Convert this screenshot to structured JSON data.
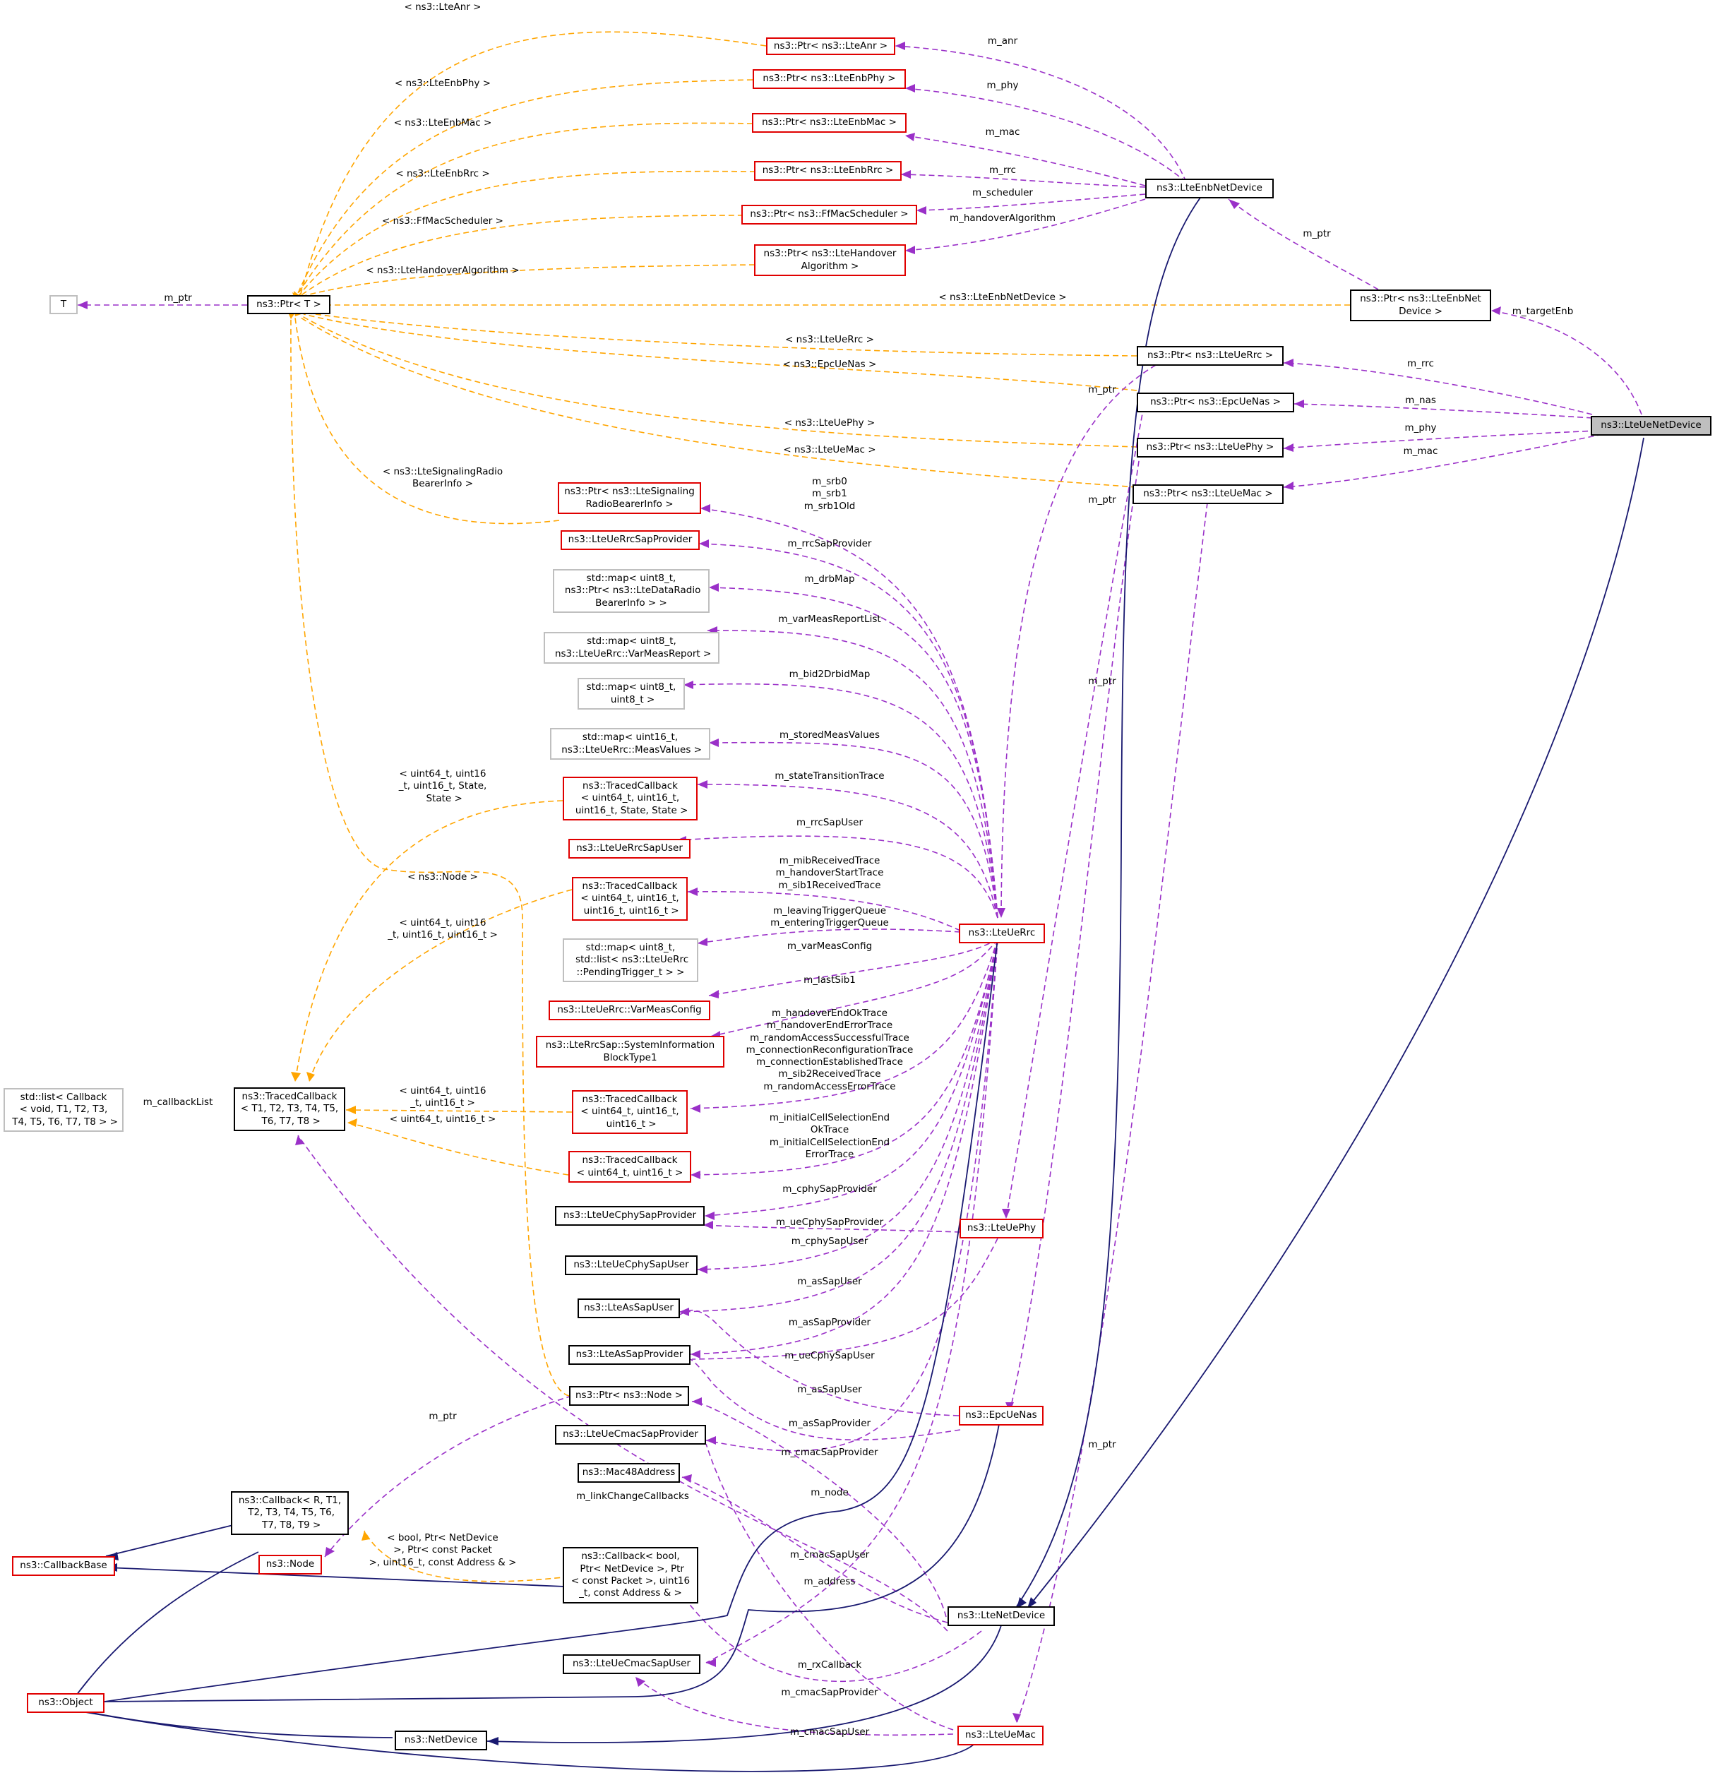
{
  "nodes": {
    "ptr_lte_anr": "ns3::Ptr< ns3::LteAnr >",
    "ptr_lte_enb_phy": "ns3::Ptr< ns3::LteEnbPhy >",
    "ptr_lte_enb_mac": "ns3::Ptr< ns3::LteEnbMac >",
    "ptr_lte_enb_rrc": "ns3::Ptr< ns3::LteEnbRrc >",
    "ptr_ff_mac_scheduler": "ns3::Ptr< ns3::FfMacScheduler >",
    "ptr_lte_handover_algorithm": "ns3::Ptr< ns3::LteHandover\nAlgorithm >",
    "lte_enb_net_device": "ns3::LteEnbNetDevice",
    "t": "T",
    "ptr_t": "ns3::Ptr< T >",
    "ptr_lte_enb_net_device": "ns3::Ptr< ns3::LteEnbNet\nDevice >",
    "ptr_lte_ue_rrc": "ns3::Ptr< ns3::LteUeRrc >",
    "ptr_epc_ue_nas": "ns3::Ptr< ns3::EpcUeNas >",
    "ptr_lte_ue_phy": "ns3::Ptr< ns3::LteUePhy >",
    "ptr_lte_ue_mac": "ns3::Ptr< ns3::LteUeMac >",
    "lte_ue_net_device": "ns3::LteUeNetDevice",
    "ptr_lte_signaling_radio_bearer_info": "ns3::Ptr< ns3::LteSignaling\nRadioBearerInfo >",
    "lte_ue_rrc_sap_provider": "ns3::LteUeRrcSapProvider",
    "map_drb": "std::map< uint8_t,\n ns3::Ptr< ns3::LteDataRadio\nBearerInfo > >",
    "map_var_meas_report": "std::map< uint8_t,\n ns3::LteUeRrc::VarMeasReport >",
    "map_bid2drbid": "std::map< uint8_t,\n uint8_t >",
    "map_stored_meas_values": "std::map< uint16_t,\n ns3::LteUeRrc::MeasValues >",
    "traced_callback_state": "ns3::TracedCallback\n< uint64_t, uint16_t,\n uint16_t, State, State >",
    "lte_ue_rrc_sap_user": "ns3::LteUeRrcSapUser",
    "traced_callback_4": "ns3::TracedCallback\n< uint64_t, uint16_t,\n uint16_t, uint16_t >",
    "map_pending_trigger": "std::map< uint8_t,\n std::list< ns3::LteUeRrc\n::PendingTrigger_t > >",
    "var_meas_config": "ns3::LteUeRrc::VarMeasConfig",
    "system_information_block_type1": "ns3::LteRrcSap::SystemInformation\nBlockType1",
    "traced_callback_t1_t8": "ns3::TracedCallback\n< T1, T2, T3, T4, T5,\n T6, T7, T8 >",
    "std_list_callback": "std::list< Callback\n< void, T1, T2, T3,\n T4, T5, T6, T7, T8 > >",
    "traced_callback_3": "ns3::TracedCallback\n< uint64_t, uint16_t,\n uint16_t >",
    "traced_callback_2": "ns3::TracedCallback\n< uint64_t, uint16_t >",
    "lte_ue_rrc": "ns3::LteUeRrc",
    "lte_ue_cphy_sap_provider": "ns3::LteUeCphySapProvider",
    "lte_ue_phy": "ns3::LteUePhy",
    "lte_ue_cphy_sap_user": "ns3::LteUeCphySapUser",
    "lte_as_sap_user": "ns3::LteAsSapUser",
    "lte_as_sap_provider": "ns3::LteAsSapProvider",
    "ptr_node": "ns3::Ptr< ns3::Node >",
    "epc_ue_nas": "ns3::EpcUeNas",
    "lte_ue_cmac_sap_provider": "ns3::LteUeCmacSapProvider",
    "mac48_address": "ns3::Mac48Address",
    "callback_r_t1_t9": "ns3::Callback< R, T1,\n T2, T3, T4, T5, T6,\n T7, T8, T9 >",
    "callback_base": "ns3::CallbackBase",
    "node": "ns3::Node",
    "callback_bool": "ns3::Callback< bool,\n Ptr< NetDevice >, Ptr\n< const Packet >, uint16\n_t, const Address & >",
    "lte_net_device": "ns3::LteNetDevice",
    "lte_ue_cmac_sap_user": "ns3::LteUeCmacSapUser",
    "object": "ns3::Object",
    "lte_ue_mac": "ns3::LteUeMac",
    "net_device": "ns3::NetDevice"
  },
  "labels": {
    "tmpl_lte_anr": "< ns3::LteAnr >",
    "tmpl_lte_enb_phy": "< ns3::LteEnbPhy >",
    "tmpl_lte_enb_mac": "< ns3::LteEnbMac >",
    "tmpl_lte_enb_rrc": "< ns3::LteEnbRrc >",
    "tmpl_ff_mac_scheduler": "< ns3::FfMacScheduler >",
    "tmpl_lte_handover_algorithm": "< ns3::LteHandoverAlgorithm >",
    "tmpl_lte_enb_net_device": "< ns3::LteEnbNetDevice >",
    "tmpl_lte_ue_rrc": "< ns3::LteUeRrc >",
    "tmpl_epc_ue_nas": "< ns3::EpcUeNas >",
    "tmpl_lte_ue_phy": "< ns3::LteUePhy >",
    "tmpl_lte_ue_mac": "< ns3::LteUeMac >",
    "tmpl_lte_signaling_radio_bearer_info": "< ns3::LteSignalingRadio\nBearerInfo >",
    "tmpl_tc_state": "< uint64_t, uint16\n_t, uint16_t, State,\n State >",
    "tmpl_node": "< ns3::Node >",
    "tmpl_tc_4": "< uint64_t, uint16\n_t, uint16_t, uint16_t >",
    "tmpl_tc_3": "< uint64_t, uint16\n_t, uint16_t >",
    "tmpl_tc_2": "< uint64_t, uint16_t >",
    "tmpl_cb_bool": "< bool, Ptr< NetDevice\n>, Ptr< const Packet\n>, uint16_t, const Address & >",
    "m_ptr": "m_ptr",
    "m_anr": "m_anr",
    "m_phy": "m_phy",
    "m_mac": "m_mac",
    "m_rrc": "m_rrc",
    "m_scheduler": "m_scheduler",
    "m_handover_algorithm": "m_handoverAlgorithm",
    "m_target_enb": "m_targetEnb",
    "m_nas": "m_nas",
    "m_srb": "m_srb0\nm_srb1\nm_srb1Old",
    "m_rrc_sap_provider": "m_rrcSapProvider",
    "m_drb_map": "m_drbMap",
    "m_var_meas_report_list": "m_varMeasReportList",
    "m_bid2drbid_map": "m_bid2DrbidMap",
    "m_stored_meas_values": "m_storedMeasValues",
    "m_state_transition_trace": "m_stateTransitionTrace",
    "m_rrc_sap_user": "m_rrcSapUser",
    "m_mib_traces": "m_mibReceivedTrace\nm_handoverStartTrace\nm_sib1ReceivedTrace",
    "m_trigger_queues": "m_leavingTriggerQueue\nm_enteringTriggerQueue",
    "m_var_meas_config": "m_varMeasConfig",
    "m_last_sib1": "m_lastSib1",
    "m_handover_traces": "m_handoverEndOkTrace\nm_handoverEndErrorTrace\nm_randomAccessSuccessfulTrace\nm_connectionReconfigurationTrace\nm_connectionEstablishedTrace\nm_sib2ReceivedTrace\nm_randomAccessErrorTrace",
    "m_initial_cell_traces": "m_initialCellSelectionEnd\nOkTrace\nm_initialCellSelectionEnd\nErrorTrace",
    "m_cphy_sap_provider": "m_cphySapProvider",
    "m_ue_cphy_sap_provider": "m_ueCphySapProvider",
    "m_cphy_sap_user": "m_cphySapUser",
    "m_as_sap_user": "m_asSapUser",
    "m_as_sap_provider": "m_asSapProvider",
    "m_ue_cphy_sap_user": "m_ueCphySapUser",
    "m_cmac_sap_provider": "m_cmacSapProvider",
    "m_node": "m_node",
    "m_link_change_callbacks": "m_linkChangeCallbacks",
    "m_cmac_sap_user": "m_cmacSapUser",
    "m_address": "m_address",
    "m_rx_callback": "m_rxCallback",
    "m_callback_list": "m_callbackList"
  },
  "colors": {
    "template_edge": "#ffa500",
    "member_edge": "#9a30c8",
    "inheritance_edge": "#191970",
    "undocumented_border": "#e00000",
    "external_border": "#bfbfbf",
    "selected_fill": "#bfbfbf"
  }
}
